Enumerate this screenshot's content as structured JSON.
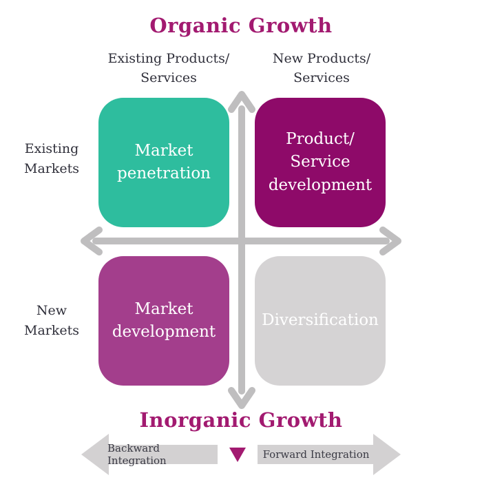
{
  "colors": {
    "accent_magenta": "#A21A70",
    "teal": "#2EBD9E",
    "dark_magenta": "#8E0A69",
    "purple": "#A33E8C",
    "light_gray": "#D5D3D4",
    "arrow_gray": "#BFBEBF",
    "bar_gray": "#D3D1D2"
  },
  "header": {
    "organic_title": "Organic Growth"
  },
  "matrix": {
    "col_headers": [
      "Existing Products/\nServices",
      "New Products/\nServices"
    ],
    "row_labels": [
      "Existing\nMarkets",
      "New\nMarkets"
    ],
    "quadrants": [
      {
        "id": "market-penetration",
        "label": "Market\npenetration",
        "color": "#2EBD9E"
      },
      {
        "id": "product-service-development",
        "label": "Product/\nService\ndevelopment",
        "color": "#8E0A69"
      },
      {
        "id": "market-development",
        "label": "Market\ndevelopment",
        "color": "#A33E8C"
      },
      {
        "id": "diversification",
        "label": "Diversification",
        "color": "#D5D3D4"
      }
    ]
  },
  "footer": {
    "inorganic_title": "Inorganic Growth",
    "backward_label": "Backward Integration",
    "forward_label": "Forward Integration"
  }
}
